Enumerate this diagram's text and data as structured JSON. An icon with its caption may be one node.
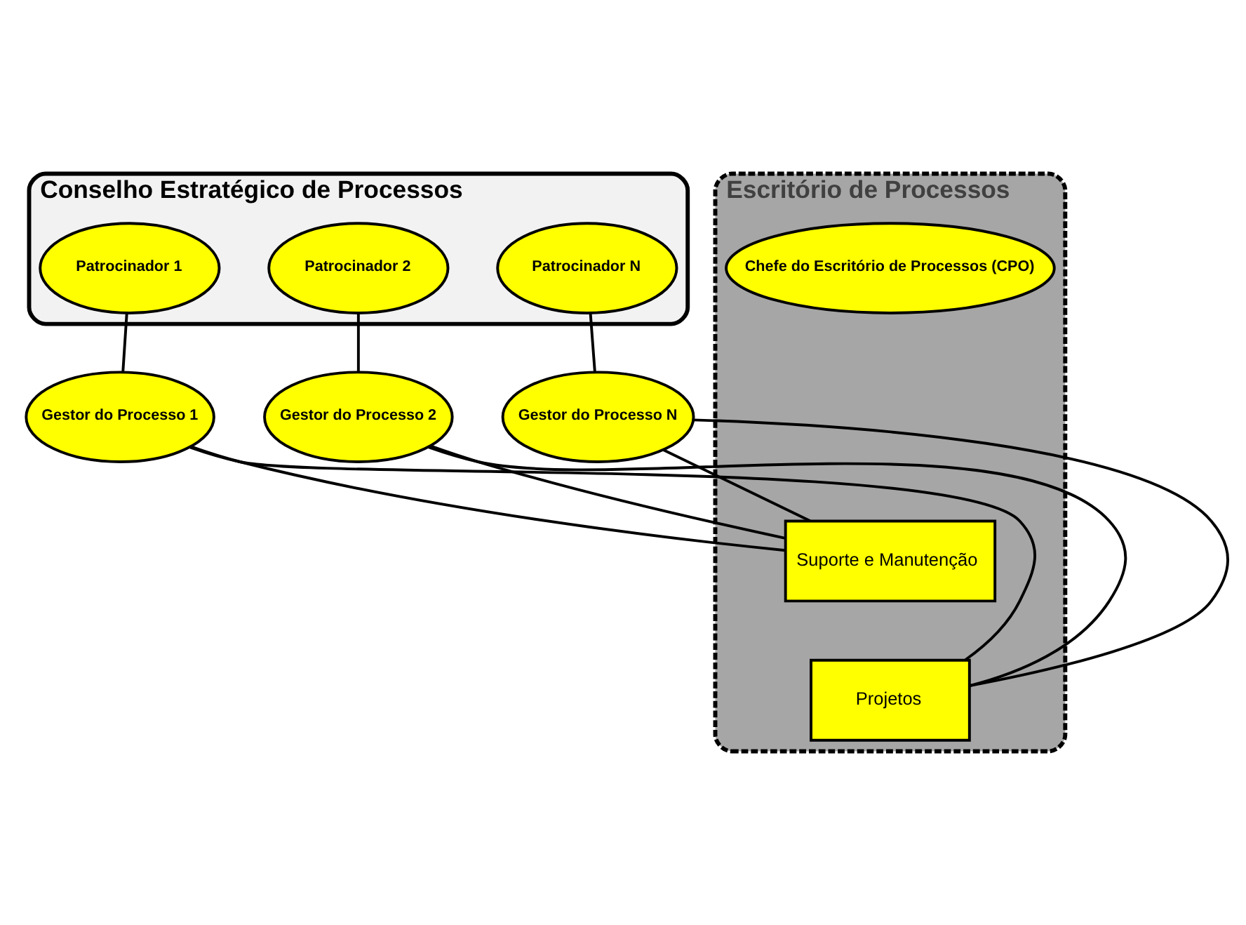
{
  "diagram": {
    "nodes": [
      {
        "text": [
          "Conselho Estratégico de Processos"
        ]
      },
      {
        "text": [
          "Escritório de Processos"
        ]
      },
      {
        "text": [
          "Chefe do Escritório de Processos (CPO)"
        ],
        "in": 1
      },
      {
        "text": [
          "Patrocinador 1"
        ],
        "in": 0
      },
      {
        "text": [
          "Patrocinador 2"
        ],
        "in": 0
      },
      {
        "text": [
          "Patrocinador N"
        ],
        "in": 0
      },
      {
        "text": [
          "Gestor do Processo 1"
        ]
      },
      {
        "text": [
          "Gestor do Processo 2"
        ]
      },
      {
        "text": [
          "Gestor do Processo N"
        ]
      },
      {
        "text": [
          "Suporte e Manutenção"
        ],
        "in": 1
      },
      {
        "text": [
          "Projetos"
        ],
        "in": 1
      }
    ],
    "edges": [
      {
        "from": 3,
        "to": 6,
        "arrow": "none"
      },
      {
        "from": 4,
        "to": 7,
        "arrow": "none"
      },
      {
        "from": 5,
        "to": 8,
        "arrow": "none"
      },
      {
        "from": 9,
        "to": 6,
        "arrow": "none"
      },
      {
        "from": 9,
        "to": 7,
        "arrow": "none"
      },
      {
        "from": 9,
        "to": 8,
        "arrow": "none"
      },
      {
        "from": 10,
        "to": 6,
        "arrow": "none"
      },
      {
        "from": 10,
        "to": 7,
        "arrow": "none"
      },
      {
        "from": 10,
        "to": 8,
        "arrow": "none"
      }
    ]
  }
}
